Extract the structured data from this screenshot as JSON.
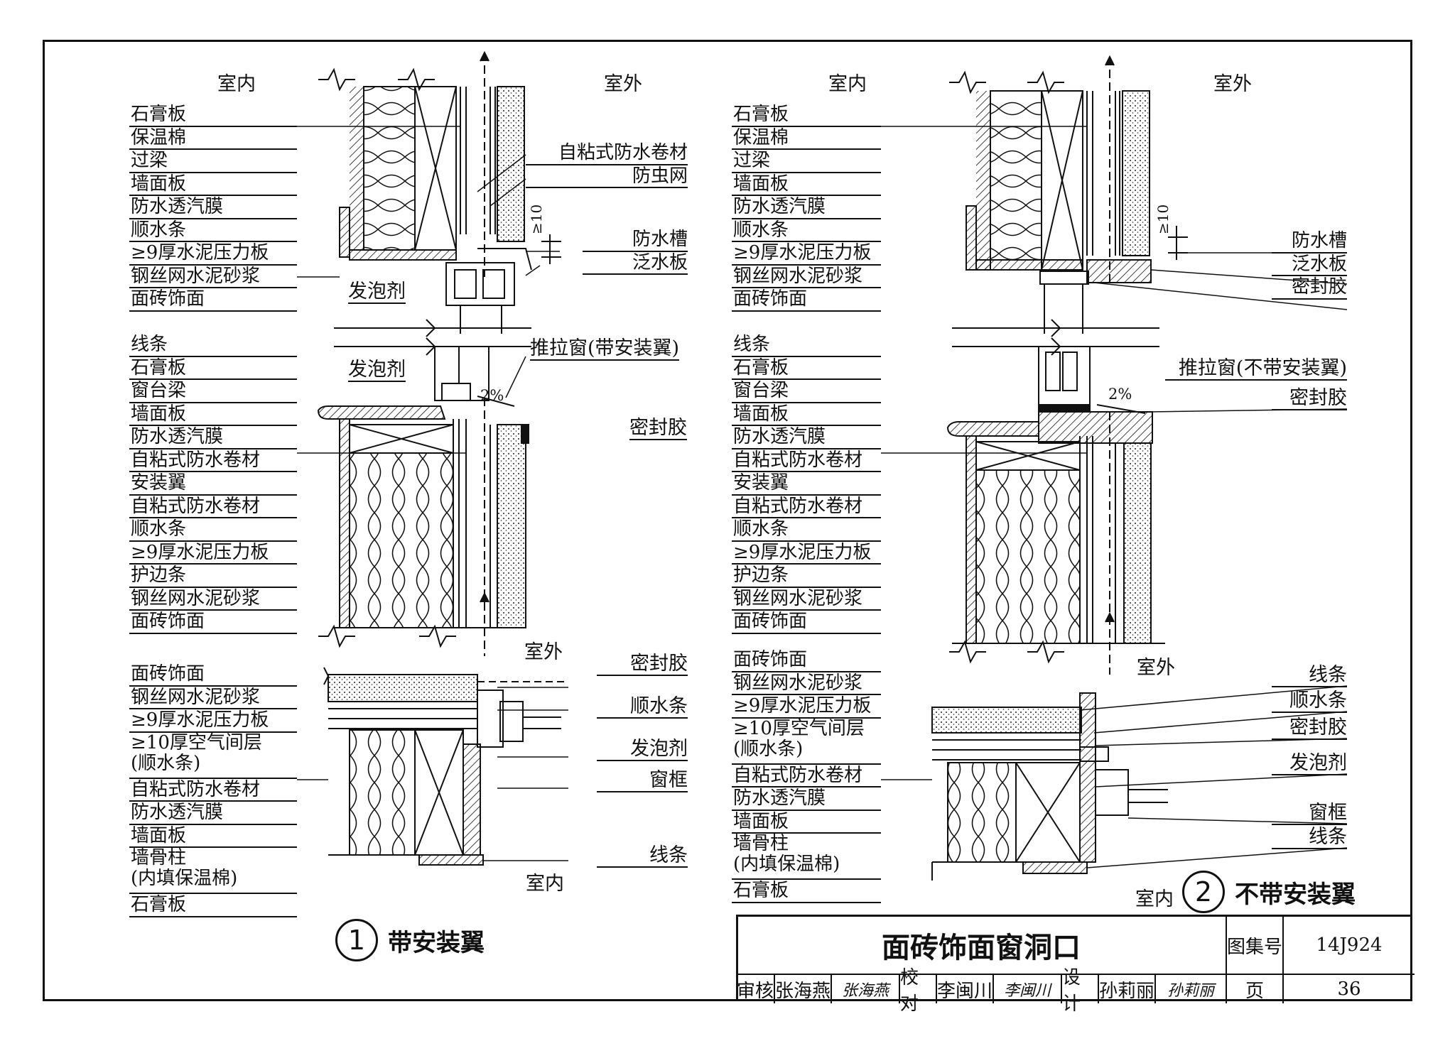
{
  "detail1": {
    "top": {
      "interior": "室内",
      "exterior": "室外",
      "layers": [
        "石膏板",
        "保温棉",
        "过梁",
        "墙面板",
        "防水透汽膜",
        "顺水条",
        "≥9厚水泥压力板",
        "钢丝网水泥砂浆",
        "面砖饰面"
      ],
      "foam": "发泡剂",
      "right_callouts": [
        "自粘式防水卷材",
        "防虫网",
        "防水槽",
        "泛水板"
      ],
      "dim": "≥10"
    },
    "mid": {
      "layers": [
        "线条",
        "石膏板",
        "窗台梁",
        "墙面板",
        "防水透汽膜",
        "自粘式防水卷材",
        "安装翼",
        "自粘式防水卷材",
        "顺水条",
        "≥9厚水泥压力板",
        "护边条",
        "钢丝网水泥砂浆",
        "面砖饰面"
      ],
      "foam": "发泡剂",
      "window": "推拉窗(带安装翼)",
      "slope": "2%",
      "sealant": "密封胶"
    },
    "plan": {
      "exterior": "室外",
      "interior": "室内",
      "layers": [
        "面砖饰面",
        "钢丝网水泥砂浆",
        "≥9厚水泥压力板",
        "≥10厚空气间层\n(顺水条)",
        "自粘式防水卷材",
        "防水透汽膜",
        "墙面板",
        "墙骨柱\n(内填保温棉)",
        "石膏板"
      ],
      "right_callouts": [
        "密封胶",
        "顺水条",
        "发泡剂",
        "窗框",
        "线条"
      ]
    },
    "number": "1",
    "caption": "带安装翼"
  },
  "detail2": {
    "top": {
      "interior": "室内",
      "exterior": "室外",
      "layers": [
        "石膏板",
        "保温棉",
        "过梁",
        "墙面板",
        "防水透汽膜",
        "顺水条",
        "≥9厚水泥压力板",
        "钢丝网水泥砂浆",
        "面砖饰面"
      ],
      "right_callouts": [
        "防水槽",
        "泛水板",
        "密封胶"
      ],
      "dim": "≥10"
    },
    "mid": {
      "layers": [
        "线条",
        "石膏板",
        "窗台梁",
        "墙面板",
        "防水透汽膜",
        "自粘式防水卷材",
        "安装翼",
        "自粘式防水卷材",
        "顺水条",
        "≥9厚水泥压力板",
        "护边条",
        "钢丝网水泥砂浆",
        "面砖饰面"
      ],
      "window": "推拉窗(不带安装翼)",
      "slope": "2%",
      "sealant": "密封胶"
    },
    "plan": {
      "exterior": "室外",
      "interior": "室内",
      "layers": [
        "面砖饰面",
        "钢丝网水泥砂浆",
        "≥9厚水泥压力板",
        "≥10厚空气间层\n(顺水条)",
        "自粘式防水卷材",
        "防水透汽膜",
        "墙面板",
        "墙骨柱\n(内填保温棉)",
        "石膏板"
      ],
      "right_callouts": [
        "线条",
        "顺水条",
        "密封胶",
        "发泡剂",
        "窗框",
        "线条"
      ]
    },
    "number": "2",
    "caption": "不带安装翼"
  },
  "title_block": {
    "title": "面砖饰面窗洞口",
    "atlas_label": "图集号",
    "atlas_no": "14J924",
    "page_label": "页",
    "page_no": "36",
    "review_label": "审核",
    "reviewer": "张海燕",
    "reviewer_sig": "张海燕",
    "check_label": "校对",
    "checker": "李闽川",
    "checker_sig": "李闽川",
    "design_label": "设计",
    "designer": "孙莉丽",
    "designer_sig": "孙莉丽"
  }
}
